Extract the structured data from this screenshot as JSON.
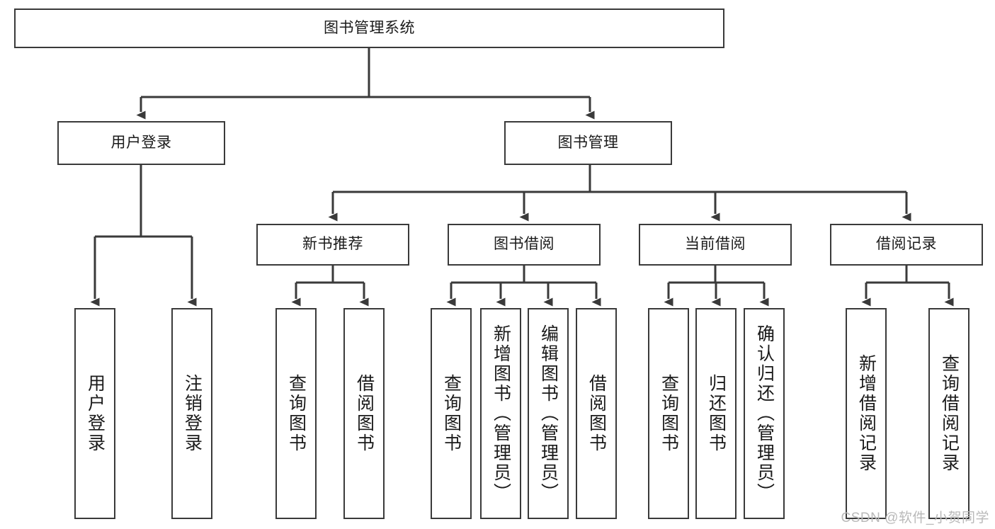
{
  "diagram": {
    "type": "tree-hierarchy",
    "title": "图书管理系统",
    "watermark": "CSDN @软件_小贺同学",
    "colors": {
      "box_border": "#3a3a3a",
      "box_fill": "#ffffff",
      "edge": "#3a3a3a",
      "text": "#1a1a1a",
      "watermark": "#b9b9b9",
      "background": "#ffffff"
    },
    "root": {
      "label": "图书管理系统"
    },
    "level2": [
      {
        "label": "用户登录"
      },
      {
        "label": "图书管理"
      }
    ],
    "level3": [
      {
        "label": "新书推荐"
      },
      {
        "label": "图书借阅"
      },
      {
        "label": "当前借阅"
      },
      {
        "label": "借阅记录"
      }
    ],
    "leaves": {
      "user_login": [
        {
          "label": "用户登录"
        },
        {
          "label": "注销登录"
        }
      ],
      "new_book_recommend": [
        {
          "label": "查询图书"
        },
        {
          "label": "借阅图书"
        }
      ],
      "book_borrow": [
        {
          "label": "查询图书"
        },
        {
          "label": "新增图书（管理员）"
        },
        {
          "label": "编辑图书（管理员）"
        },
        {
          "label": "借阅图书"
        }
      ],
      "current_borrow": [
        {
          "label": "查询图书"
        },
        {
          "label": "归还图书"
        },
        {
          "label": "确认归还（管理员）"
        }
      ],
      "borrow_record": [
        {
          "label": "新增借阅记录"
        },
        {
          "label": "查询借阅记录"
        }
      ]
    }
  }
}
